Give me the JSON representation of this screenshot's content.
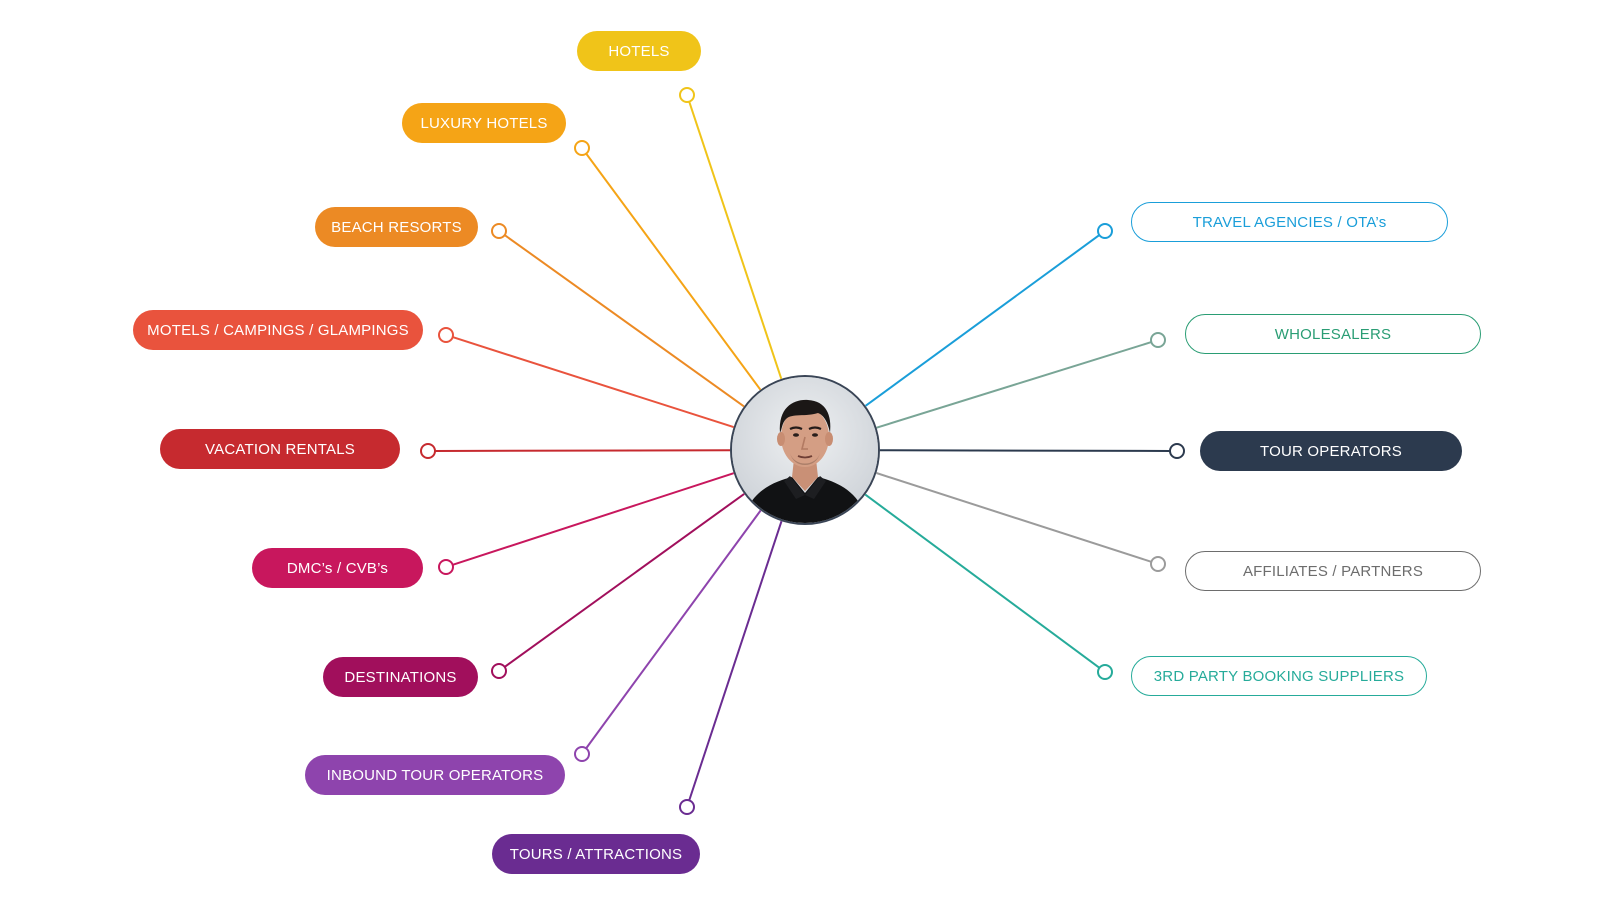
{
  "hub": {
    "avatar_icon": "person-portrait"
  },
  "left_nodes": [
    {
      "id": "hotels",
      "label": "HOTELS",
      "color": "#f0c419"
    },
    {
      "id": "luxury-hotels",
      "label": "LUXURY HOTELS",
      "color": "#f5a416"
    },
    {
      "id": "beach-resorts",
      "label": "BEACH RESORTS",
      "color": "#ec8a24"
    },
    {
      "id": "motels-campings-glampings",
      "label": "MOTELS / CAMPINGS / GLAMPINGS",
      "color": "#e9533d"
    },
    {
      "id": "vacation-rentals",
      "label": "VACATION RENTALS",
      "color": "#c62a2f"
    },
    {
      "id": "dmcs-cvbs",
      "label": "DMC’s / CVB’s",
      "color": "#c8175d"
    },
    {
      "id": "destinations",
      "label": "DESTINATIONS",
      "color": "#a10f5c"
    },
    {
      "id": "inbound-tour-operators",
      "label": "INBOUND TOUR OPERATORS",
      "color": "#8e44ad"
    },
    {
      "id": "tours-attractions",
      "label": "TOURS / ATTRACTIONS",
      "color": "#6a2c91"
    }
  ],
  "right_nodes": [
    {
      "id": "travel-agencies-otas",
      "label": "TRAVEL AGENCIES / OTA’s",
      "color": "#1a9ed9",
      "style": "outline"
    },
    {
      "id": "wholesalers",
      "label": "WHOLESALERS",
      "color": "#2a9d74",
      "line_color": "#79a596",
      "style": "outline"
    },
    {
      "id": "tour-operators",
      "label": "TOUR OPERATORS",
      "color": "#2c3a4e",
      "style": "filled"
    },
    {
      "id": "affiliates-partners",
      "label": "AFFILIATES / PARTNERS",
      "color": "#6d6d6d",
      "line_color": "#9b9b9b",
      "style": "outline"
    },
    {
      "id": "3rd-party-booking-suppliers",
      "label": "3RD PARTY BOOKING SUPPLIERS",
      "color": "#26ab9a",
      "style": "outline"
    }
  ]
}
